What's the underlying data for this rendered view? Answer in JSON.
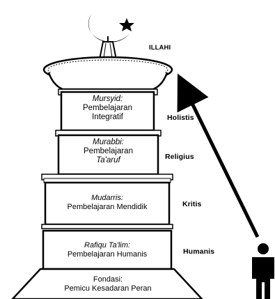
{
  "top_label": "ILLAHI",
  "tiers": [
    {
      "key": "mursyid",
      "title": "Mursyid:",
      "line1": "Pembelajaran",
      "line2": "Integratif",
      "side": "Holistis"
    },
    {
      "key": "murabbi",
      "title": "Murabbi:",
      "line1": "Pembelajaran",
      "line2": "Ta'aruf",
      "side": "Religius"
    },
    {
      "key": "mudarris",
      "title": "Mudarris:",
      "line1": "Pembelajaran Mendidik",
      "side": "Kritis"
    },
    {
      "key": "rafiqu",
      "title": "Rafiqu Ta'lim:",
      "line1": "Pembelajaran Humanis",
      "side": "Humanis"
    }
  ],
  "foundation": {
    "title": "Fondasi:",
    "line1": "Pemicu Kesadaran Peran"
  },
  "icons": [
    "crescent-star-icon",
    "person-icon",
    "arrow-icon"
  ]
}
